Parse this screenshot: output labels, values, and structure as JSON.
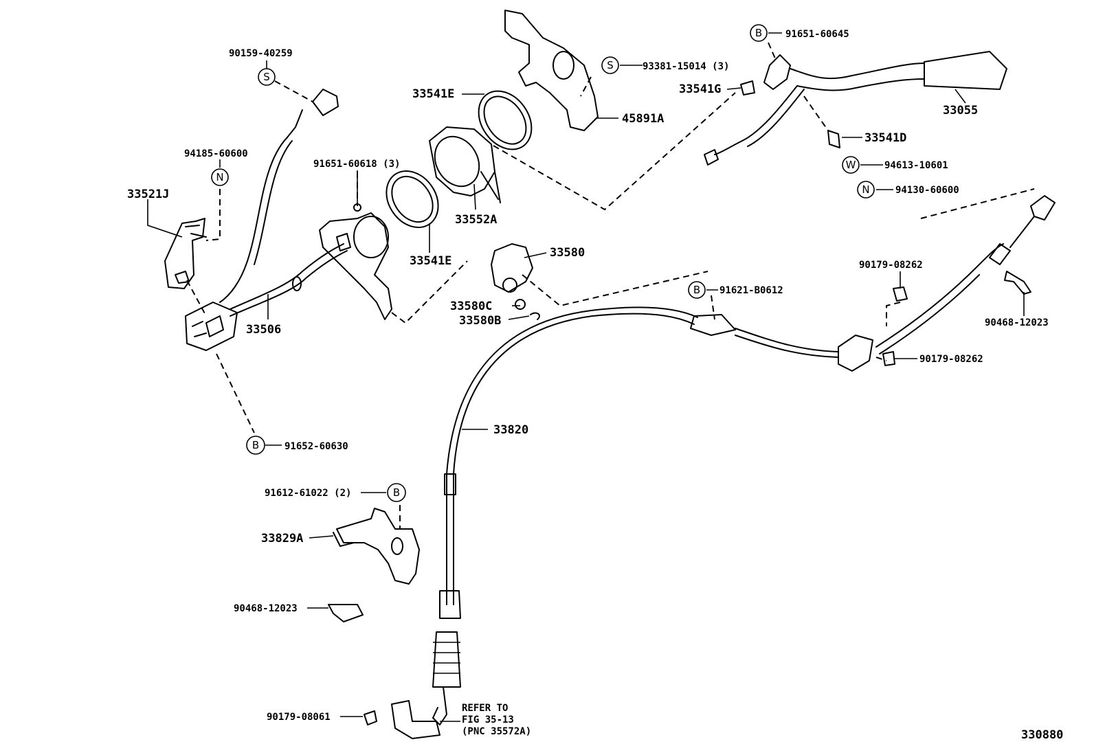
{
  "diagram": {
    "figure_number": "330880",
    "labels": {
      "p90159": "90159-40259",
      "p94185": "94185-60600",
      "p33521J": "33521J",
      "p91651_618": "91651-60618 (3)",
      "p33506": "33506",
      "p91652": "91652-60630",
      "p33541E_top": "33541E",
      "p33552A": "33552A",
      "p33541E_low": "33541E",
      "p93381": "93381-15014 (3)",
      "p45891A": "45891A",
      "p91651_645": "91651-60645",
      "p33541G": "33541G",
      "p33055": "33055",
      "p33541D": "33541D",
      "p94613": "94613-10601",
      "p94130": "94130-60600",
      "p33580": "33580",
      "p33580C": "33580C",
      "p33580B": "33580B",
      "p91621": "91621-B0612",
      "p90179_top": "90179-08262",
      "p90468_right": "90468-12023",
      "p90179_mid": "90179-08262",
      "p33820": "33820",
      "p91612": "91612-61022 (2)",
      "p33829A": "33829A",
      "p90468_left": "90468-12023",
      "p90179_bot": "90179-08061",
      "refer1": "REFER TO",
      "refer2": "FIG 35-13",
      "refer3": "(PNC 35572A)"
    },
    "markers": {
      "s1": "S",
      "n1": "N",
      "b1": "B",
      "s2": "S",
      "b2": "B",
      "w1": "W",
      "n2": "N",
      "b3": "B",
      "b4": "B"
    }
  }
}
